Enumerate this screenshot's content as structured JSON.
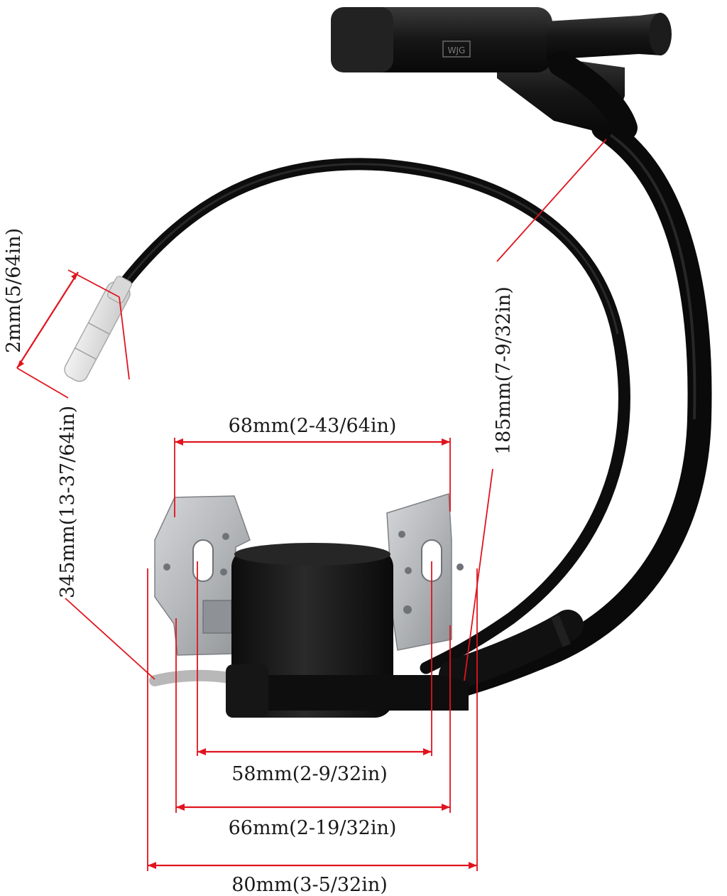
{
  "product": {
    "photo_alt": "ignition coil",
    "accent_color": "#e0141e",
    "logo_text": "WJG"
  },
  "dimensions": {
    "terminal_width": "2mm(5/64in)",
    "lead_wire_length": "345mm(13-37/64in)",
    "hv_lead_length": "185mm(7-9/32in)",
    "bracket_outer_width": "68mm(2-43/64in)",
    "hole_spacing": "58mm(2-9/32in)",
    "bracket_width": "66mm(2-19/32in)",
    "overall_width": "80mm(3-5/32in)"
  }
}
